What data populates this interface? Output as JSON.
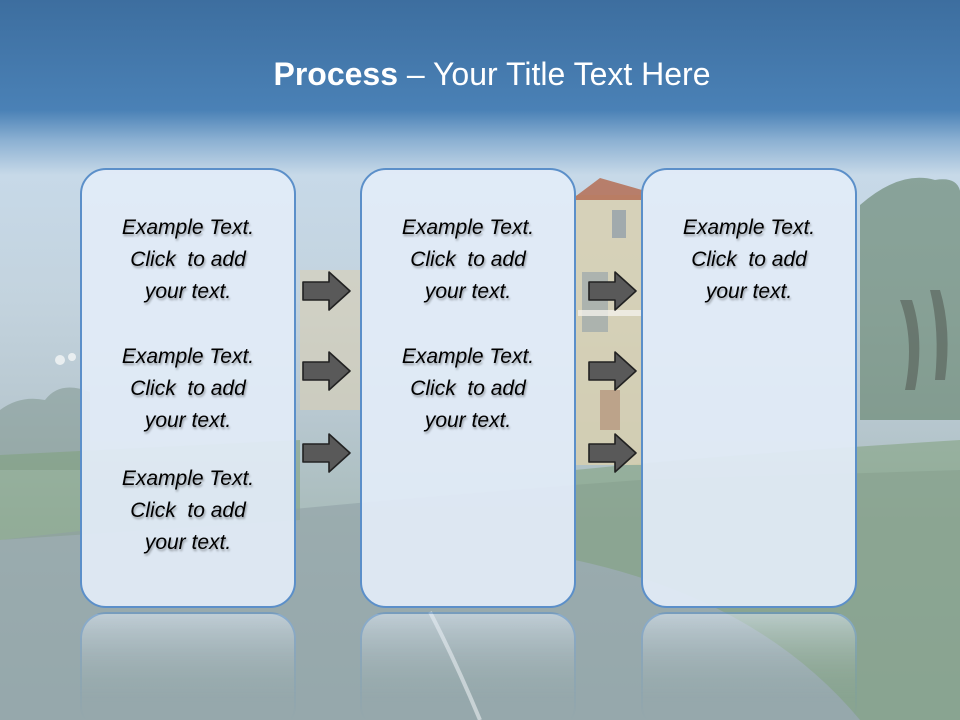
{
  "title": {
    "bold": "Process",
    "rest": "  – Your Title Text Here"
  },
  "columns": [
    {
      "items": [
        [
          "Example Text.",
          "Click  to add",
          "your text."
        ],
        [
          "Example Text.",
          "Click  to add",
          "your text."
        ],
        [
          "Example Text.",
          "Click  to add",
          "your text."
        ]
      ]
    },
    {
      "items": [
        [
          "Example Text.",
          "Click  to add",
          "your text."
        ],
        [
          "Example Text.",
          "Click  to add",
          "your text."
        ]
      ]
    },
    {
      "items": [
        [
          "Example Text.",
          "Click  to add",
          "your text."
        ]
      ]
    }
  ],
  "connectors": [
    {
      "from": 1,
      "to": 2,
      "count": 3
    },
    {
      "from": 2,
      "to": 3,
      "count": 3
    }
  ],
  "colors": {
    "box_border": "#5b8fc9",
    "box_fill": "#e2ecf8",
    "arrow_fill": "#595959",
    "title_text": "#ffffff"
  },
  "icons": {
    "arrow": "right-arrow-icon"
  }
}
